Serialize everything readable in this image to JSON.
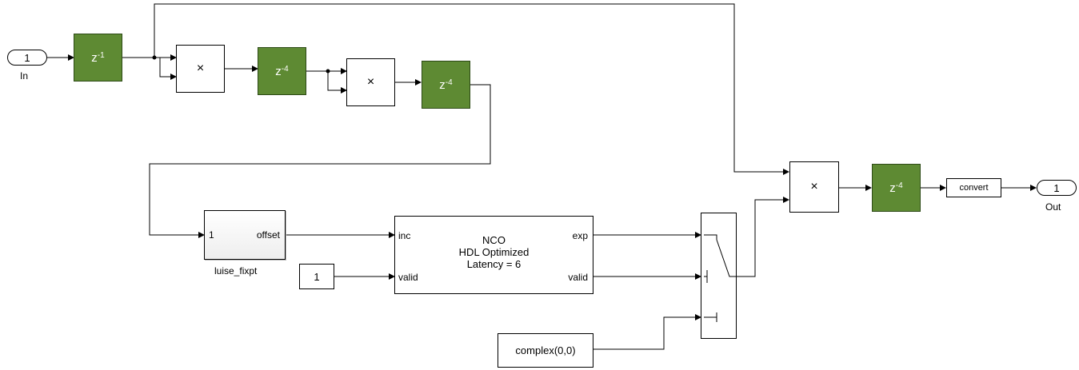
{
  "inport": {
    "number": "1",
    "label": "In"
  },
  "outport": {
    "number": "1",
    "label": "Out"
  },
  "delay": {
    "z": "z",
    "exp_1": "-1",
    "exp_4": "-4"
  },
  "product": {
    "symbol": "×"
  },
  "convert_block": {
    "label": "convert"
  },
  "luise": {
    "in_pin": "1",
    "out_pin": "offset",
    "name": "luise_fixpt"
  },
  "constant_valid": {
    "value": "1"
  },
  "constant_complex": {
    "value": "complex(0,0)"
  },
  "nco": {
    "in_inc": "inc",
    "in_valid": "valid",
    "out_exp": "exp",
    "out_valid": "valid",
    "line1": "NCO",
    "line2": "HDL Optimized",
    "line3": "Latency = 6"
  },
  "colors": {
    "delay_fill": "#5e8a33",
    "wire": "#000000"
  }
}
